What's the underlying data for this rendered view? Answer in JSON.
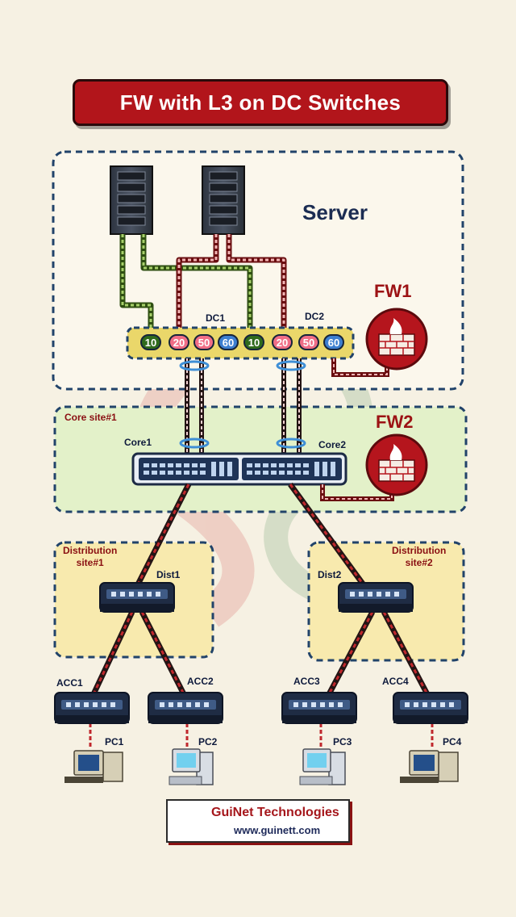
{
  "title": "FW with L3 on DC Switches",
  "server_label": "Server",
  "fw1_label": "FW1",
  "fw2_label": "FW2",
  "dc1_label": "DC1",
  "dc2_label": "DC2",
  "vlans": [
    "10",
    "20",
    "50",
    "60",
    "10",
    "20",
    "50",
    "60"
  ],
  "core_site_label": "Core site#1",
  "core1_label": "Core1",
  "core2_label": "Core2",
  "dist_site1_label": "Distribution\nsite#1",
  "dist_site2_label": "Distribution\nsite#2",
  "dist1_label": "Dist1",
  "dist2_label": "Dist2",
  "acc_labels": [
    "ACC1",
    "ACC2",
    "ACC3",
    "ACC4"
  ],
  "pc_labels": [
    "PC1",
    "PC2",
    "PC3",
    "PC4"
  ],
  "logo": {
    "name": "GuiNet Technologies",
    "url": "www.guinett.com"
  },
  "colors": {
    "background": "#f6f1e3",
    "banner": "#b2151b",
    "server_zone": "#fbf7ec",
    "core_zone": "#e3f1c9",
    "dist_zone": "#f8eaae",
    "dc_bar": "#ead76a",
    "firewall": "#b5151d",
    "link_red": "#b4191f",
    "link_green": "#4f7d1d"
  }
}
